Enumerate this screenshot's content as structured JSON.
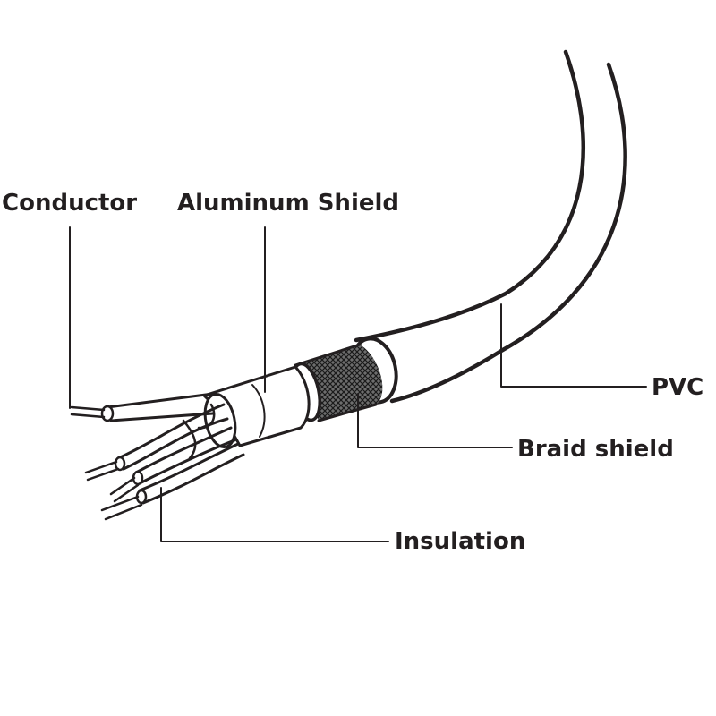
{
  "labels": {
    "conductor": "Conductor",
    "aluminum_shield": "Aluminum Shield",
    "pvc": "PVC",
    "braid_shield": "Braid shield",
    "insulation": "Insulation"
  },
  "colors": {
    "ink": "#231f20",
    "background": "#ffffff"
  }
}
